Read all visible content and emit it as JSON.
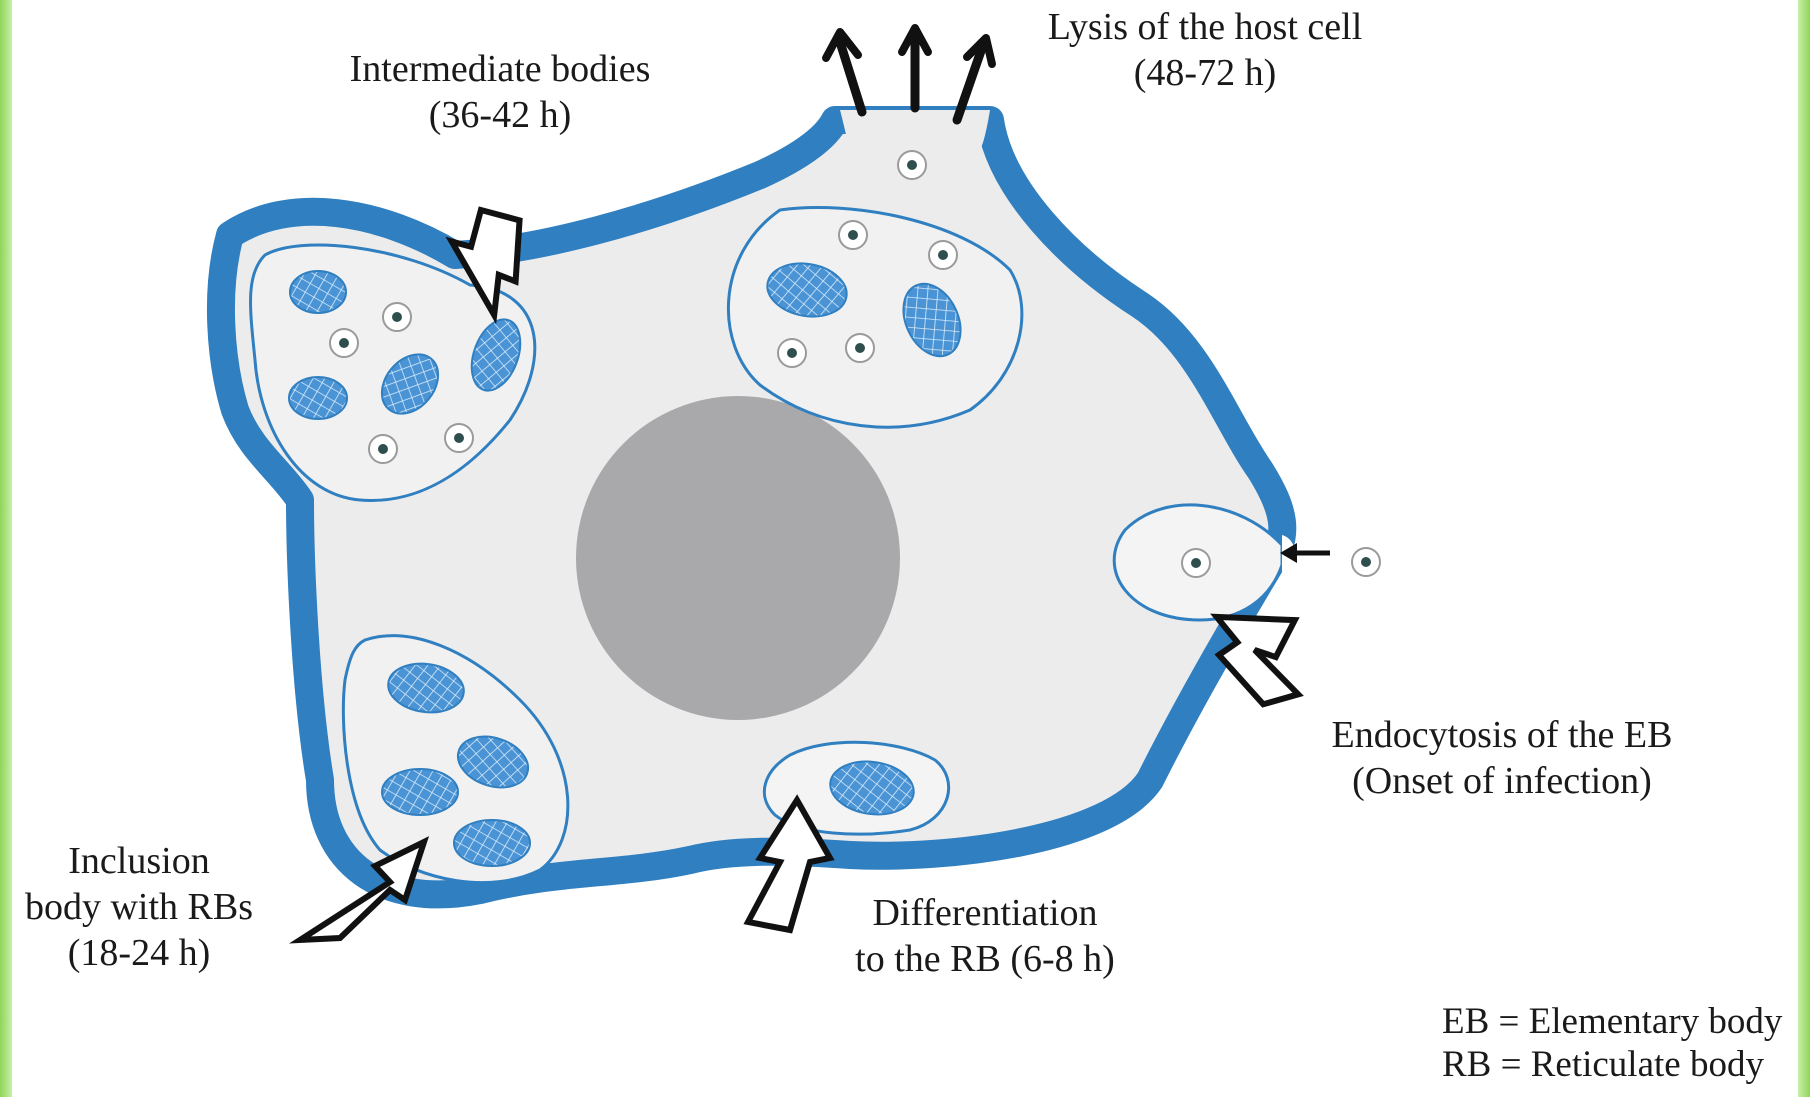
{
  "labels": {
    "intermediate": {
      "line1": "Intermediate bodies",
      "line2": "(36-42 h)"
    },
    "lysis": {
      "line1": "Lysis of the host cell",
      "line2": "(48-72 h)"
    },
    "endocytosis": {
      "line1": "Endocytosis of the EB",
      "line2": "(Onset of infection)"
    },
    "differentiation": {
      "line1": "Differentiation",
      "line2": "to the RB (6-8 h)"
    },
    "inclusion": {
      "line1": "Inclusion",
      "line2": "body with RBs",
      "line3": "(18-24 h)"
    }
  },
  "legend": {
    "eb": "EB = Elementary body",
    "rb": "RB = Reticulate body"
  },
  "colors": {
    "membrane": "#2f7fc1",
    "cytoplasm": "#ececec",
    "nucleus": "#a9a9ab",
    "inclusion_fill": "#f2f2f2",
    "rb_fill": "#3f8ed2",
    "side_border": "#96d867"
  }
}
